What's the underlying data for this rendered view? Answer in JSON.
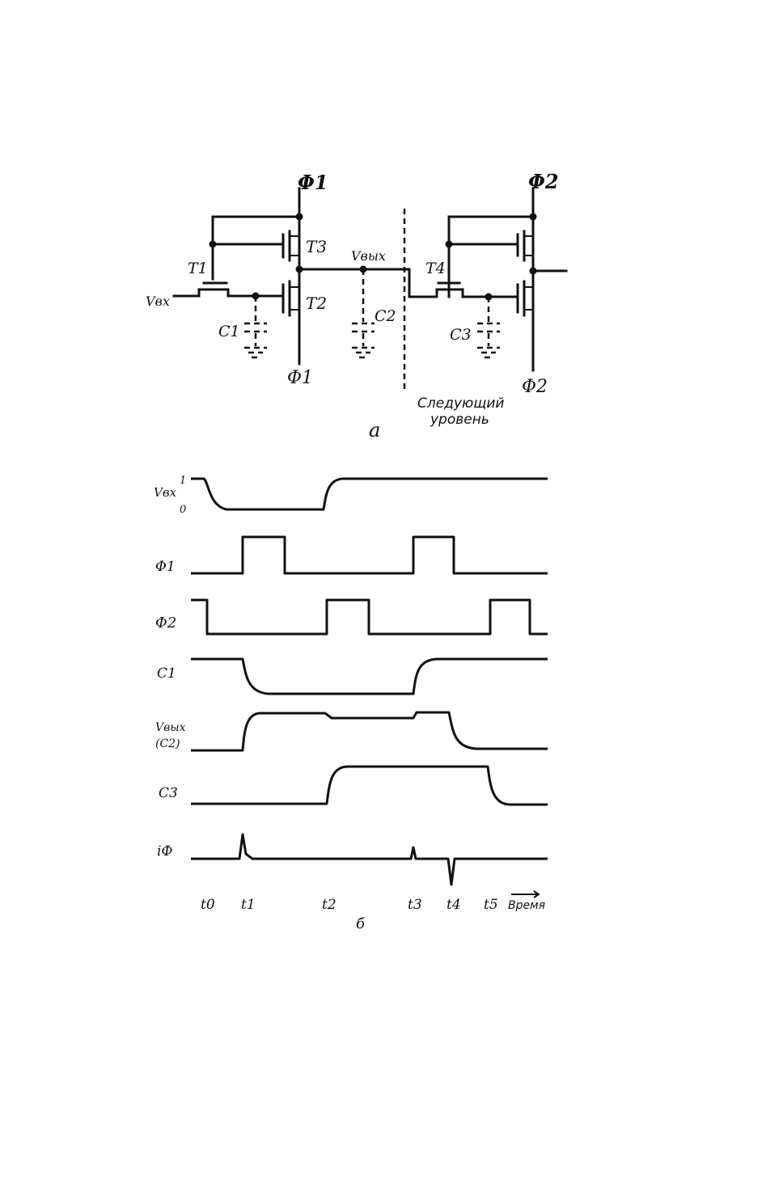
{
  "circuit": {
    "phi1_top": "Φ1",
    "phi1_bottom": "Φ1",
    "phi2_top": "Φ2",
    "phi2_bottom": "Φ2",
    "T1": "T1",
    "T2": "T2",
    "T3": "T3",
    "T4": "T4",
    "C1": "C1",
    "C2": "C2",
    "C3": "C3",
    "V_in": "Vвх",
    "V_out": "Vвых",
    "next_stage_line1": "Следующий",
    "next_stage_line2": "уровень",
    "panel_label": "а"
  },
  "timing": {
    "panel_label": "б",
    "time_label": "Время",
    "level_high": "1",
    "level_low": "0",
    "time_marks": [
      "t0",
      "t1",
      "t2",
      "t3",
      "t4",
      "t5"
    ],
    "signals": [
      {
        "id": "vin",
        "label": "Vвх"
      },
      {
        "id": "phi1",
        "label": "Φ1"
      },
      {
        "id": "phi2",
        "label": "Φ2"
      },
      {
        "id": "c1",
        "label": "C1"
      },
      {
        "id": "vout",
        "label": "Vвых",
        "sublabel": "(C2)"
      },
      {
        "id": "c3",
        "label": "C3"
      },
      {
        "id": "iphi",
        "label": "iФ"
      }
    ]
  }
}
